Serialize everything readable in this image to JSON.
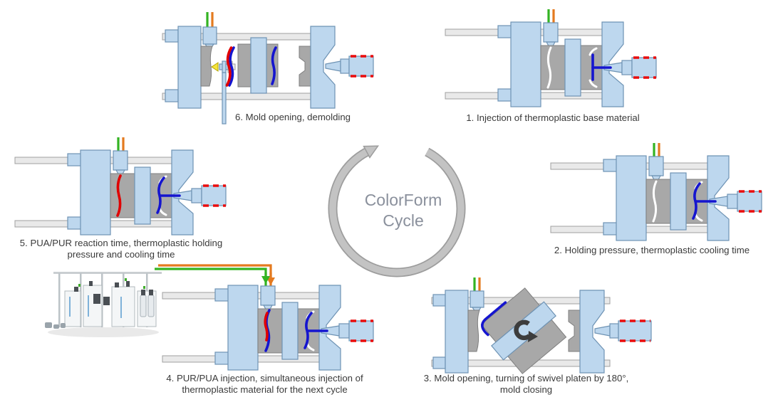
{
  "title": {
    "line1": "ColorForm",
    "line2": "Cycle"
  },
  "stages": [
    {
      "id": 1,
      "caption": "1. Injection of thermoplastic base material"
    },
    {
      "id": 2,
      "caption": "2. Holding pressure, thermoplastic cooling time"
    },
    {
      "id": 3,
      "caption": "3. Mold opening, turning of swivel platen by 180°, mold closing"
    },
    {
      "id": 4,
      "caption": "4. PUR/PUA injection, simultaneous injection of thermoplastic material for the next cycle"
    },
    {
      "id": 5,
      "caption": "5. PUA/PUR reaction time, thermoplastic holding pressure and cooling time"
    },
    {
      "id": 6,
      "caption": "6. Mold opening, demolding"
    }
  ],
  "icons": {
    "cycle_arrow": "clockwise-circular-arrow",
    "swivel_rotation": "rotate-arrow",
    "pur_supply": "green-down-arrow",
    "iso_supply": "orange-down-arrow"
  },
  "colors": {
    "machine_blue": "#bdd7ee",
    "machine_stroke": "#6e93b4",
    "mold_gray": "#a8a8a8",
    "mold_stroke": "#7f7f7f",
    "tiebar": "#e9e9e9",
    "tiebar_stroke": "#a0a0a0",
    "part_blue": "#1515cf",
    "part_red": "#e00000",
    "pur_green": "#33b322",
    "iso_orange": "#e47a1f",
    "heater_red": "#ea0c0c",
    "ejector_yellow": "#f5e33c",
    "ejector_yellow_stroke": "#b3a400",
    "rotate_dark": "#3d3d3d",
    "cycle_arrow": "#c3c3c3",
    "cycle_arrow_stroke": "#9d9d9d",
    "title_text": "#8a909c",
    "caption_text": "#3a3a3a"
  }
}
